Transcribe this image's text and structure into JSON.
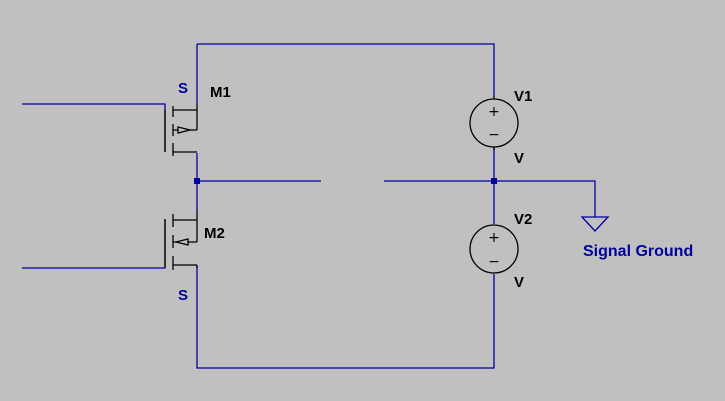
{
  "colors": {
    "background": "#c0c0c0",
    "wire": "#0000a0",
    "component": "#000000",
    "junction": "#0000a0"
  },
  "labels": {
    "m1_source_pin": "S",
    "m1_name": "M1",
    "m2_name": "M2",
    "m2_source_pin": "S",
    "v1_name": "V1",
    "v1_value": "V",
    "v2_name": "V2",
    "v2_value": "V",
    "ground_label": "Signal Ground"
  },
  "icons": {
    "source_plus": "+",
    "source_minus": "−"
  }
}
